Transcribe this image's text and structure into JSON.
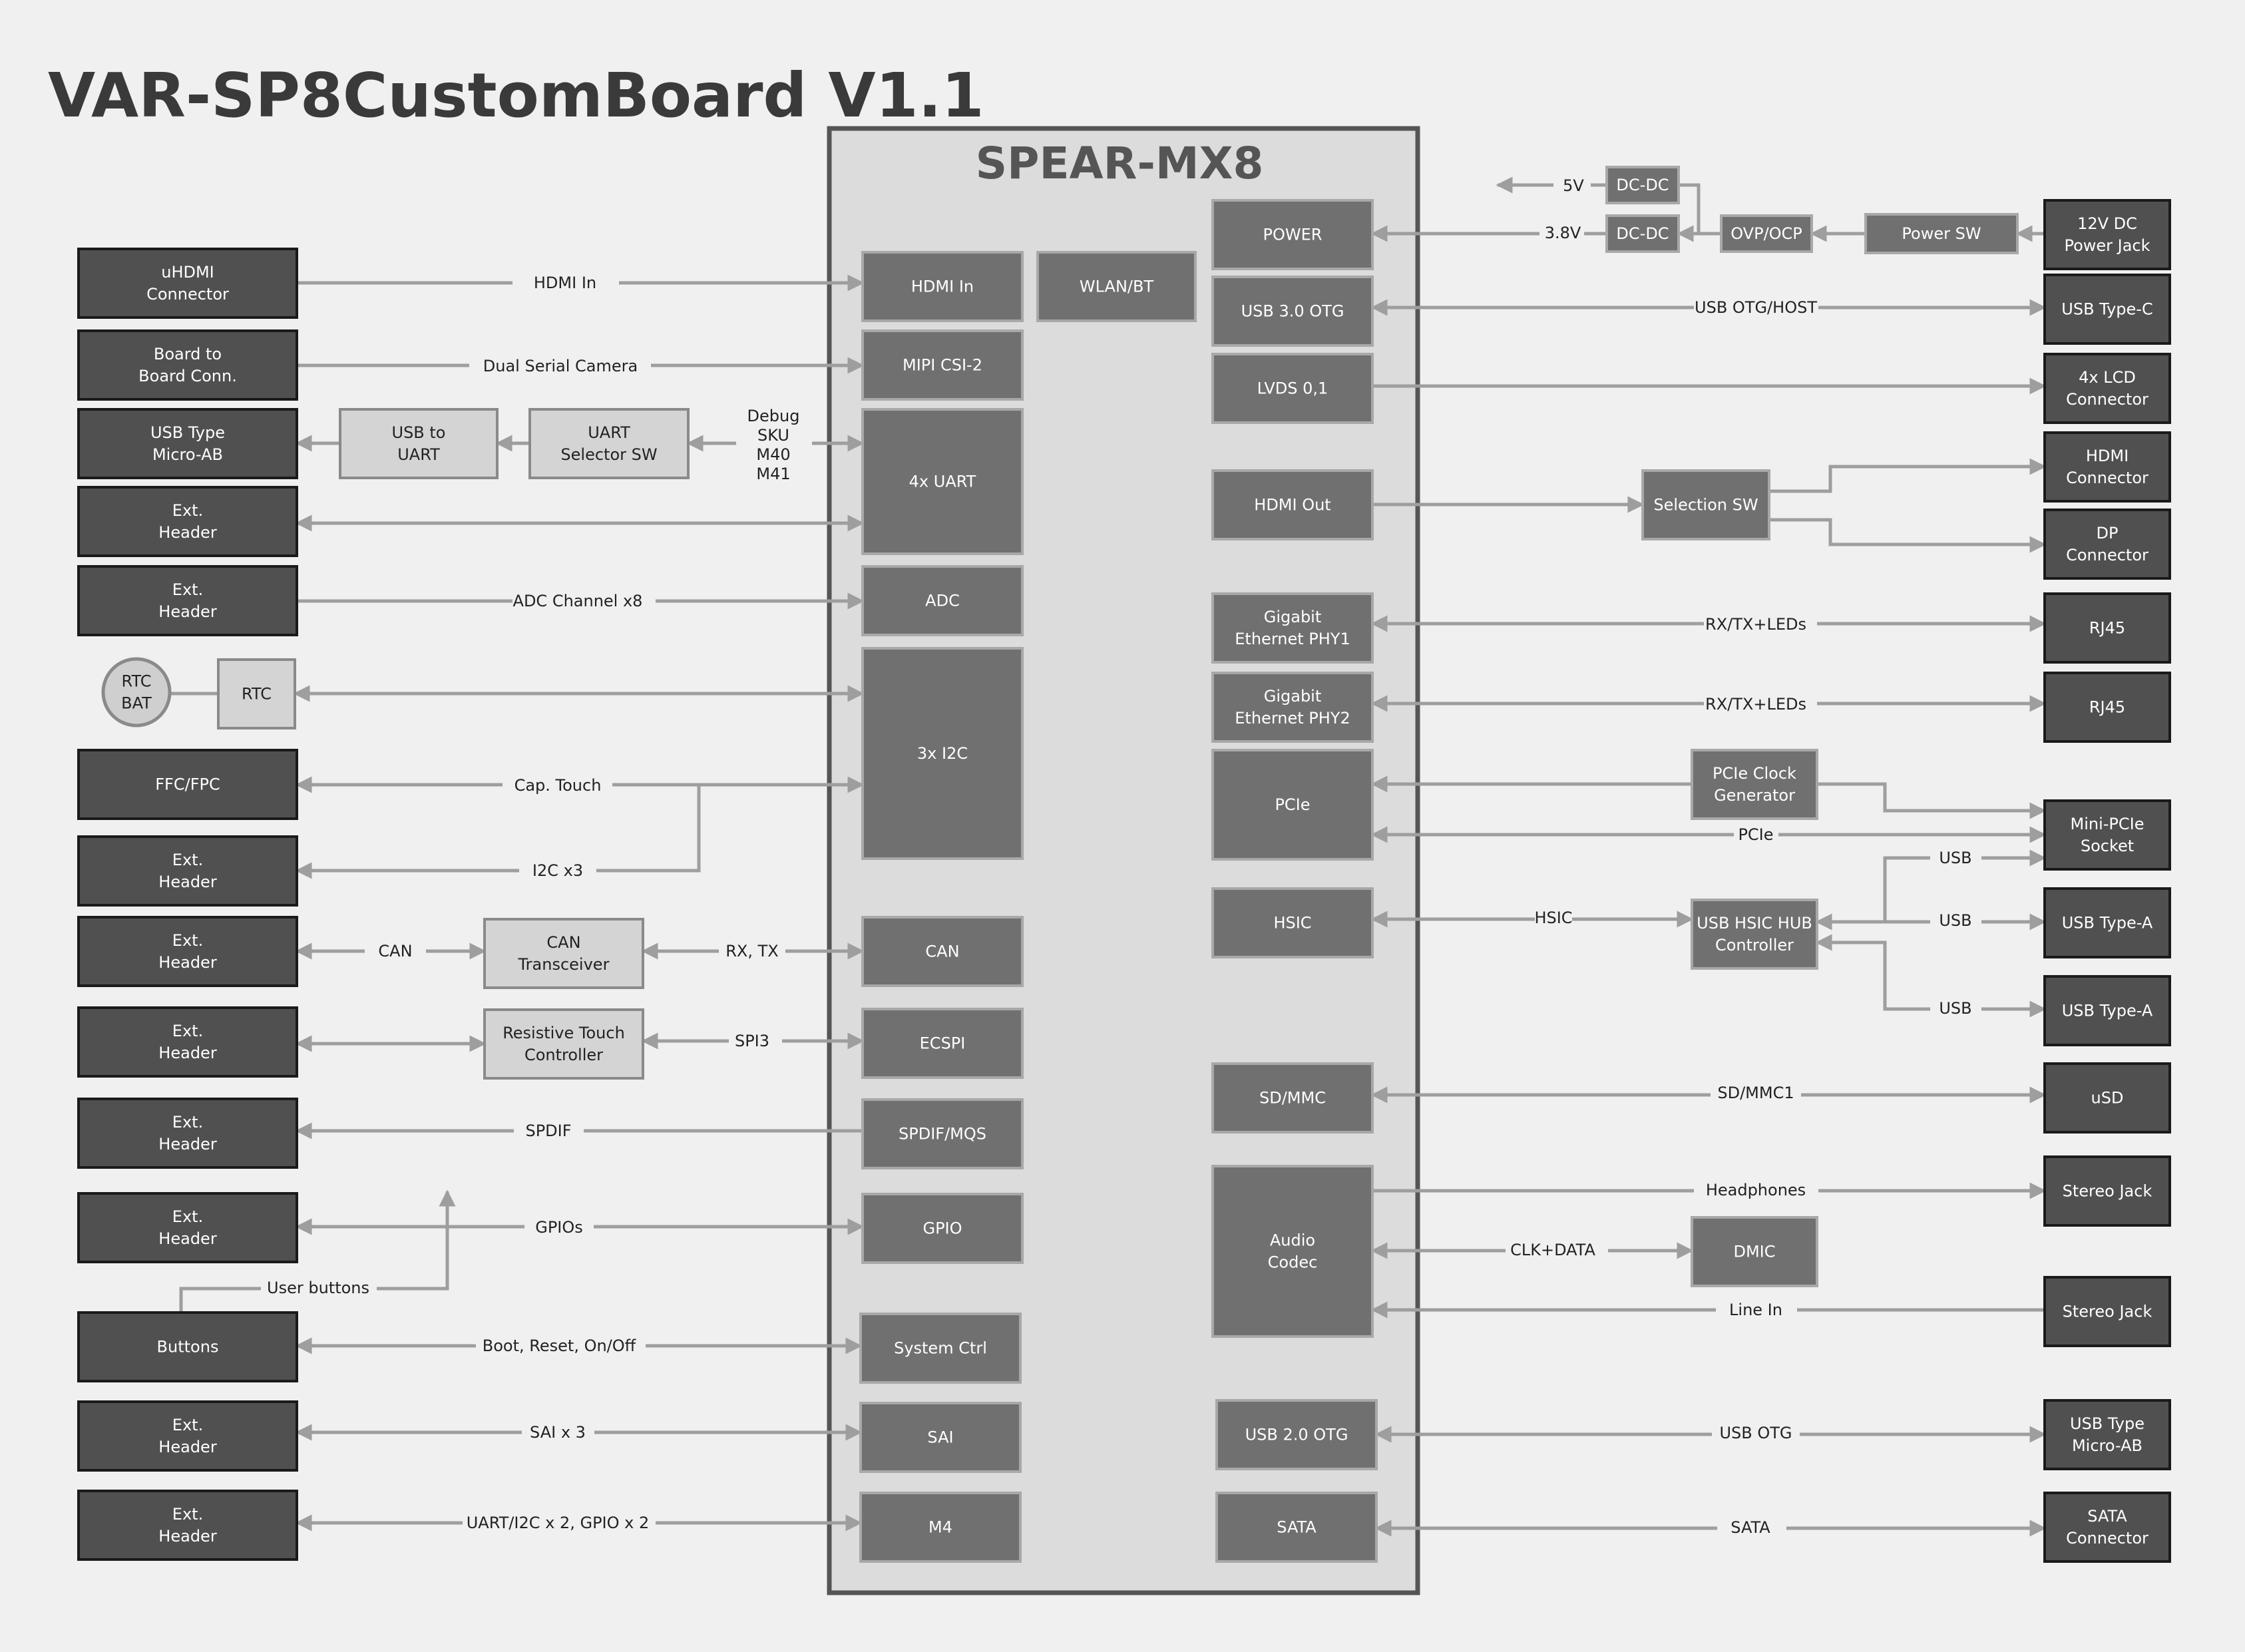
{
  "title": "VAR-SP8CustomBoard V1.1",
  "soc_name": "SPEAR-MX8",
  "colors": {
    "background": "#f0f0f0",
    "dark_box": "#505050",
    "mid_box": "#707070",
    "light_box": "#d4d4d4",
    "soc_fill": "#dcdcdc",
    "soc_border": "#555555",
    "wire": "#9e9e9e"
  },
  "left_connectors": [
    {
      "id": "uhdmi",
      "lines": [
        "uHDMI",
        "Connector"
      ]
    },
    {
      "id": "b2b",
      "lines": [
        "Board to",
        "Board Conn."
      ]
    },
    {
      "id": "usb-microab-l",
      "lines": [
        "USB Type",
        "Micro-AB"
      ]
    },
    {
      "id": "exthdr-uart",
      "lines": [
        "Ext.",
        "Header"
      ]
    },
    {
      "id": "exthdr-adc",
      "lines": [
        "Ext.",
        "Header"
      ]
    },
    {
      "id": "ffc",
      "lines": [
        "FFC/FPC"
      ]
    },
    {
      "id": "exthdr-i2c",
      "lines": [
        "Ext.",
        "Header"
      ]
    },
    {
      "id": "exthdr-can",
      "lines": [
        "Ext.",
        "Header"
      ]
    },
    {
      "id": "exthdr-spi",
      "lines": [
        "Ext.",
        "Header"
      ]
    },
    {
      "id": "exthdr-spdif",
      "lines": [
        "Ext.",
        "Header"
      ]
    },
    {
      "id": "exthdr-gpio",
      "lines": [
        "Ext.",
        "Header"
      ]
    },
    {
      "id": "buttons",
      "lines": [
        "Buttons"
      ]
    },
    {
      "id": "exthdr-sai",
      "lines": [
        "Ext.",
        "Header"
      ]
    },
    {
      "id": "exthdr-m4",
      "lines": [
        "Ext.",
        "Header"
      ]
    }
  ],
  "intermediate": [
    {
      "id": "usb-to-uart",
      "lines": [
        "USB to",
        "UART"
      ]
    },
    {
      "id": "uart-sel",
      "lines": [
        "UART",
        "Selector SW"
      ]
    },
    {
      "id": "rtc",
      "lines": [
        "RTC"
      ]
    },
    {
      "id": "rtc-bat",
      "lines": [
        "RTC",
        "BAT"
      ]
    },
    {
      "id": "can-xcvr",
      "lines": [
        "CAN",
        "Transceiver"
      ]
    },
    {
      "id": "rtouch",
      "lines": [
        "Resistive Touch",
        "Controller"
      ]
    }
  ],
  "soc_left_blocks": [
    {
      "id": "hdmi-in",
      "lines": [
        "HDMI In"
      ]
    },
    {
      "id": "wlan",
      "lines": [
        "WLAN/BT"
      ]
    },
    {
      "id": "mipi",
      "lines": [
        "MIPI CSI-2"
      ]
    },
    {
      "id": "uart",
      "lines": [
        "4x UART"
      ]
    },
    {
      "id": "adc",
      "lines": [
        "ADC"
      ]
    },
    {
      "id": "i2c",
      "lines": [
        "3x I2C"
      ]
    },
    {
      "id": "can",
      "lines": [
        "CAN"
      ]
    },
    {
      "id": "ecspi",
      "lines": [
        "ECSPI"
      ]
    },
    {
      "id": "spdif",
      "lines": [
        "SPDIF/MQS"
      ]
    },
    {
      "id": "gpio",
      "lines": [
        "GPIO"
      ]
    },
    {
      "id": "sysctrl",
      "lines": [
        "System Ctrl"
      ]
    },
    {
      "id": "sai",
      "lines": [
        "SAI"
      ]
    },
    {
      "id": "m4",
      "lines": [
        "M4"
      ]
    }
  ],
  "soc_right_blocks": [
    {
      "id": "power",
      "lines": [
        "POWER"
      ]
    },
    {
      "id": "usb3",
      "lines": [
        "USB 3.0 OTG"
      ]
    },
    {
      "id": "lvds",
      "lines": [
        "LVDS 0,1"
      ]
    },
    {
      "id": "hdmi-out",
      "lines": [
        "HDMI Out"
      ]
    },
    {
      "id": "eth1",
      "lines": [
        "Gigabit",
        "Ethernet PHY1"
      ]
    },
    {
      "id": "eth2",
      "lines": [
        "Gigabit",
        "Ethernet PHY2"
      ]
    },
    {
      "id": "pcie",
      "lines": [
        "PCIe"
      ]
    },
    {
      "id": "hsic",
      "lines": [
        "HSIC"
      ]
    },
    {
      "id": "sdmmc",
      "lines": [
        "SD/MMC"
      ]
    },
    {
      "id": "audio",
      "lines": [
        "Audio",
        "Codec"
      ]
    },
    {
      "id": "usb2",
      "lines": [
        "USB 2.0 OTG"
      ]
    },
    {
      "id": "sata",
      "lines": [
        "SATA"
      ]
    }
  ],
  "right_mid_blocks": [
    {
      "id": "dcdc1",
      "lines": [
        "DC-DC"
      ]
    },
    {
      "id": "dcdc2",
      "lines": [
        "DC-DC"
      ]
    },
    {
      "id": "ovp",
      "lines": [
        "OVP/OCP"
      ]
    },
    {
      "id": "powersw",
      "lines": [
        "Power SW"
      ]
    },
    {
      "id": "selsw",
      "lines": [
        "Selection SW"
      ]
    },
    {
      "id": "pcieclk",
      "lines": [
        "PCIe Clock",
        "Generator"
      ]
    },
    {
      "id": "hsichub",
      "lines": [
        "USB HSIC HUB",
        "Controller"
      ]
    },
    {
      "id": "dmic",
      "lines": [
        "DMIC"
      ]
    }
  ],
  "right_connectors": [
    {
      "id": "dcjack",
      "lines": [
        "12V DC",
        "Power Jack"
      ]
    },
    {
      "id": "usbc",
      "lines": [
        "USB Type-C"
      ]
    },
    {
      "id": "lcd",
      "lines": [
        "4x LCD",
        "Connector"
      ]
    },
    {
      "id": "hdmi-conn",
      "lines": [
        "HDMI",
        "Connector"
      ]
    },
    {
      "id": "dp",
      "lines": [
        "DP",
        "Connector"
      ]
    },
    {
      "id": "rj45a",
      "lines": [
        "RJ45"
      ]
    },
    {
      "id": "rj45b",
      "lines": [
        "RJ45"
      ]
    },
    {
      "id": "minipcie",
      "lines": [
        "Mini-PCIe",
        "Socket"
      ]
    },
    {
      "id": "usba1",
      "lines": [
        "USB Type-A"
      ]
    },
    {
      "id": "usba2",
      "lines": [
        "USB Type-A"
      ]
    },
    {
      "id": "usd",
      "lines": [
        "uSD"
      ]
    },
    {
      "id": "stereo1",
      "lines": [
        "Stereo Jack"
      ]
    },
    {
      "id": "stereo2",
      "lines": [
        "Stereo Jack"
      ]
    },
    {
      "id": "usb-microab-r",
      "lines": [
        "USB Type",
        "Micro-AB"
      ]
    },
    {
      "id": "sata-conn",
      "lines": [
        "SATA",
        "Connector"
      ]
    }
  ],
  "signal_labels": {
    "hdmi_in": "HDMI In",
    "dual_cam": "Dual Serial Camera",
    "debug": [
      "Debug",
      "SKU",
      "M40",
      "M41"
    ],
    "adc": "ADC Channel x8",
    "cap_touch": "Cap. Touch",
    "i2c": "I2C x3",
    "can": "CAN",
    "rxtx": "RX, TX",
    "spi3": "SPI3",
    "spdif": "SPDIF",
    "gpios": "GPIOs",
    "user_buttons": "User buttons",
    "boot": "Boot, Reset, On/Off",
    "sai": "SAI x 3",
    "m4": "UART/I2C x 2, GPIO x 2",
    "v5": "5V",
    "v38": "3.8V",
    "usb_otg_host": "USB OTG/HOST",
    "rxtx_leds1": "RX/TX+LEDs",
    "rxtx_leds2": "RX/TX+LEDs",
    "pcie": "PCIe",
    "usb1": "USB",
    "usb2": "USB",
    "usb3": "USB",
    "hsic": "HSIC",
    "sdmmc1": "SD/MMC1",
    "headphones": "Headphones",
    "clkdata": "CLK+DATA",
    "linein": "Line In",
    "usb_otg": "USB OTG",
    "sata": "SATA"
  }
}
